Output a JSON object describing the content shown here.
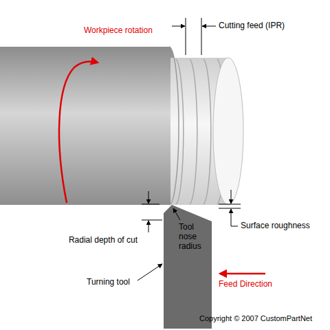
{
  "diagram": {
    "labels": [
      "Workpiece rotation",
      "Cutting feed (IPR)",
      "Radial depth of cut",
      "Tool nose radius",
      "Surface roughness",
      "Turning tool",
      "Feed Direction",
      "Copyright © 2007 CustomPartNet"
    ]
  }
}
